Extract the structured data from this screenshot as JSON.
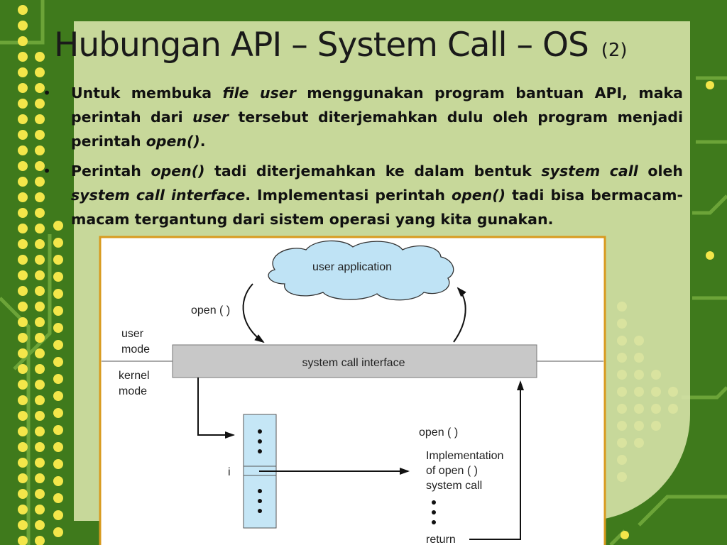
{
  "slide": {
    "title": "Hubungan API – System Call – OS",
    "title_number": "(2)",
    "bullet1": {
      "t1": "Untuk membuka ",
      "t2": "file user",
      "t3": " menggunakan program bantuan API, maka perintah dari ",
      "t4": "user",
      "t5": " tersebut diterjemahkan dulu oleh program menjadi perintah ",
      "t6": "open()",
      "t7": "."
    },
    "bullet2": {
      "t1": "Perintah ",
      "t2": "open()",
      "t3": " tadi diterjemahkan ke dalam bentuk ",
      "t4": "system call",
      "t5": " oleh ",
      "t6": "system call interface",
      "t7": ". Implementasi perintah ",
      "t8": "open()",
      "t9": " tadi bisa bermacam-macam tergantung dari sistem operasi yang kita gunakan."
    }
  },
  "diagram": {
    "cloud_label": "user application",
    "open_call_label": "open ( )",
    "user_mode_line1": "user",
    "user_mode_line2": "mode",
    "kernel_mode_line1": "kernel",
    "kernel_mode_line2": "mode",
    "interface_label": "system call interface",
    "index_label": "i",
    "impl_open_label": "open ( )",
    "impl_line1": "Implementation",
    "impl_line2": "of open ( )",
    "impl_line3": "system call",
    "return_label": "return"
  },
  "colors": {
    "board_green": "#3f7a1c",
    "panel": "#d6e2a8",
    "cloud_fill": "#bfe3f5",
    "table_fill": "#c5e6f6",
    "interface_fill": "#c8c8c8",
    "frame_border": "#d89a1e"
  }
}
